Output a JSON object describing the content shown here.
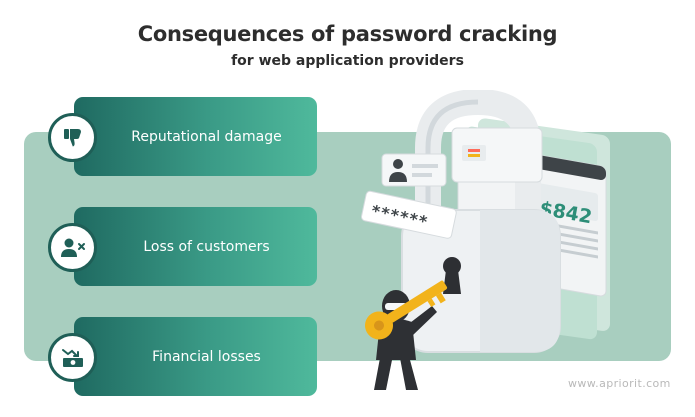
{
  "header": {
    "title": "Consequences of password cracking",
    "subtitle": "for web application providers"
  },
  "consequences": [
    {
      "label": "Reputational damage",
      "icon": "thumbs-down-icon"
    },
    {
      "label": "Loss of customers",
      "icon": "user-remove-icon"
    },
    {
      "label": "Financial losses",
      "icon": "money-down-icon"
    }
  ],
  "illustration": {
    "balance_text": "$842",
    "password_mask": "******"
  },
  "footer": {
    "watermark": "www.apriorit.com"
  },
  "colors": {
    "card_dark": "#1f6a61",
    "card_light": "#4fb99c",
    "panel": "#a8cebf",
    "key_yellow": "#f2b31b"
  }
}
